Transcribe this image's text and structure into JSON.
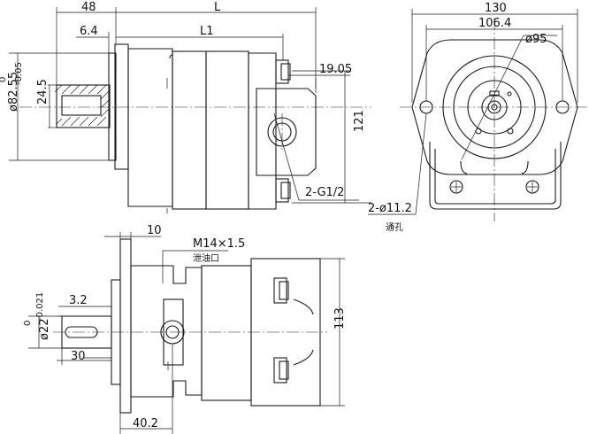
{
  "title": "",
  "views": {
    "side": {
      "dim_flange_width": "48",
      "dim_total_length": "L",
      "dim_body_length": "L1",
      "dim_pilot_depth": "6.4",
      "dim_port_offset": "19.05",
      "dim_shaft_key": "24.5",
      "dim_pilot_diameter": "ø82.55",
      "dim_pilot_tol_upper": "0",
      "dim_pilot_tol_lower": "-0.05",
      "dim_port_spacing": "121",
      "label_ports": "2-G1/2"
    },
    "front": {
      "dim_overall_width": "130",
      "dim_bolt_spacing": "106.4",
      "dim_hub_diameter": "ø95",
      "label_holes": "2-ø11.2",
      "label_holes_note": "通孔"
    },
    "top": {
      "dim_flange_offset": "10",
      "label_drain_thread": "M14×1.5",
      "label_drain_port": "泄油口",
      "dim_key_width": "3.2",
      "dim_shaft_diameter": "ø22",
      "dim_shaft_tol_upper": "0",
      "dim_shaft_tol_lower": "-0.021",
      "dim_shaft_length": "30",
      "dim_body_height": "113",
      "dim_flange_to_port": "40.2"
    }
  }
}
